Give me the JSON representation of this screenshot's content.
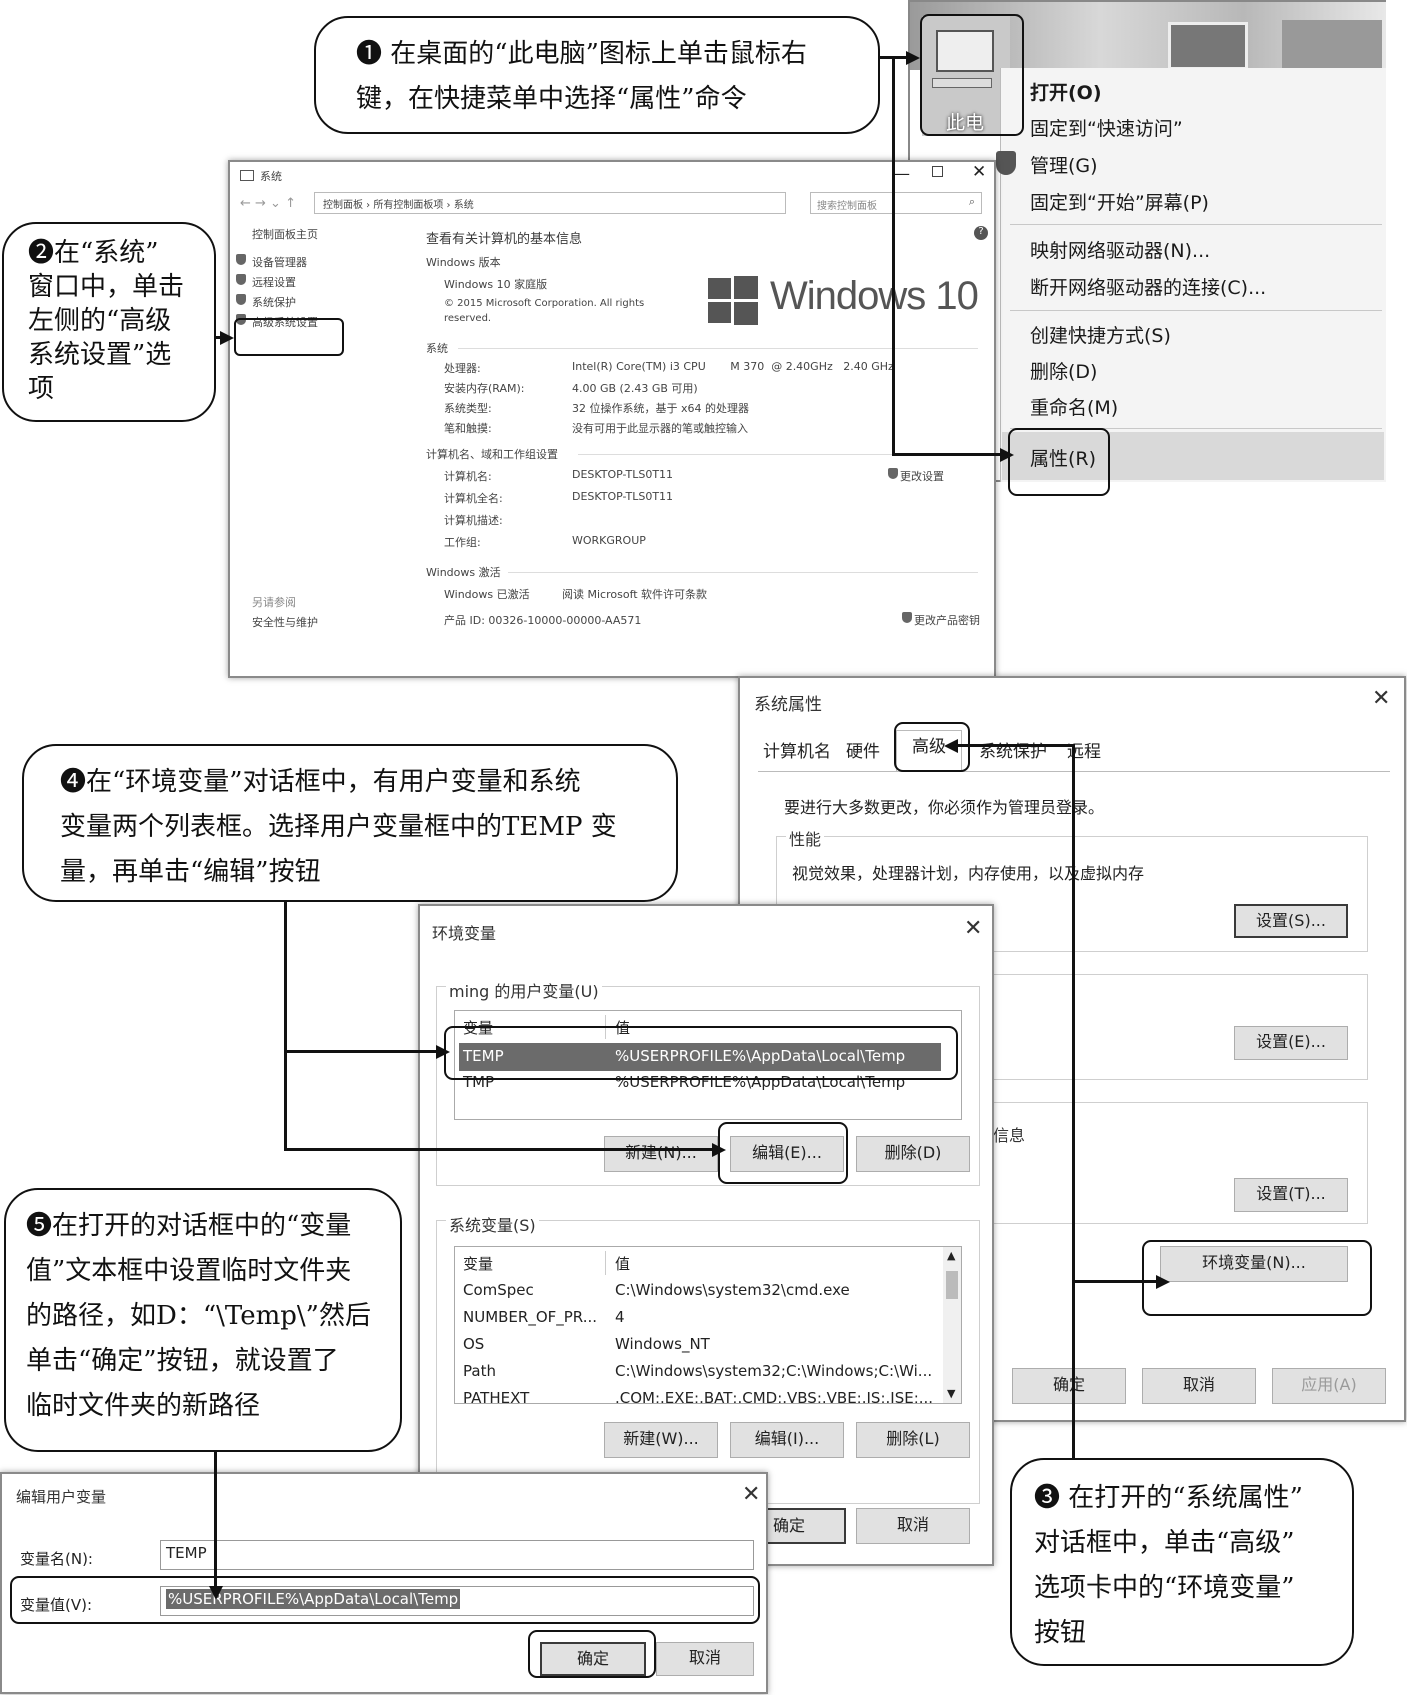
{
  "callouts": {
    "c1": {
      "num": "❶",
      "lines": [
        "在桌面的“此电脑”图标上单击鼠标右",
        "键，在快捷菜单中选择“属性”命令"
      ]
    },
    "c2": {
      "num": "❷",
      "lines": [
        "在“系统”",
        "窗口中，单击",
        "左侧的“高级",
        "系统设置”选",
        "项"
      ]
    },
    "c3": {
      "num": "❸",
      "lines": [
        "在打开的“系统属性”",
        "对话框中，单击“高级”",
        "选项卡中的“环境变量”",
        "按钮"
      ]
    },
    "c4": {
      "num": "❹",
      "lines": [
        "在“环境变量”对话框中，有用户变量和系统",
        "变量两个列表框。选择用户变量框中的TEMP 变",
        "量，再单击“编辑”按钮"
      ]
    },
    "c5": {
      "num": "❺",
      "lines": [
        "在打开的对话框中的“变量",
        "值”文本框中设置临时文件夹",
        "的路径，如D：“\\Temp\\”然后",
        "单击“确定”按钮，就设置了",
        "临时文件夹的新路径"
      ]
    }
  },
  "desktop": {
    "icon_label": "此电",
    "context_menu": [
      "打开(O)",
      "固定到“快速访问”",
      "管理(G)",
      "固定到“开始”屏幕(P)",
      "映射网络驱动器(N)...",
      "断开网络驱动器的连接(C)...",
      "创建快捷方式(S)",
      "删除(D)",
      "重命名(M)",
      "属性(R)"
    ]
  },
  "system_window": {
    "title": "系统",
    "breadcrumb": [
      "控制面板",
      "所有控制面板项",
      "系统"
    ],
    "search_placeholder": "搜索控制面板",
    "sidebar": {
      "home": "控制面板主页",
      "items": [
        "设备管理器",
        "远程设置",
        "系统保护",
        "高级系统设置"
      ],
      "see_also": "另请参阅",
      "security": "安全性与维护"
    },
    "heading": "查看有关计算机的基本信息",
    "edition_label": "Windows 版本",
    "edition": "Windows 10 家庭版",
    "copyright": "© 2015 Microsoft Corporation. All rights reserved.",
    "logo_text": "Windows 10",
    "system_label": "系统",
    "system_rows": [
      {
        "k": "处理器:",
        "v": "Intel(R) Core(TM) i3 CPU       M 370  @ 2.40GHz   2.40 GHz"
      },
      {
        "k": "安装内存(RAM):",
        "v": "4.00 GB (2.43 GB 可用)"
      },
      {
        "k": "系统类型:",
        "v": "32 位操作系统，基于 x64 的处理器"
      },
      {
        "k": "笔和触摸:",
        "v": "没有可用于此显示器的笔或触控输入"
      }
    ],
    "computer_label": "计算机名、域和工作组设置",
    "computer_rows": [
      {
        "k": "计算机名:",
        "v": "DESKTOP-TLS0T11"
      },
      {
        "k": "计算机全名:",
        "v": "DESKTOP-TLS0T11"
      },
      {
        "k": "计算机描述:",
        "v": ""
      },
      {
        "k": "工作组:",
        "v": "WORKGROUP"
      }
    ],
    "change_settings": "更改设置",
    "activation_label": "Windows 激活",
    "activated": "Windows 已激活",
    "license_link": "阅读 Microsoft 软件许可条款",
    "product_id": "产品 ID: 00326-10000-00000-AA571",
    "change_key": "更改产品密钥"
  },
  "sysprops": {
    "title": "系统属性",
    "tabs": [
      "计算机名",
      "硬件",
      "高级",
      "系统保护",
      "远程"
    ],
    "admin_note": "要进行大多数更改，你必须作为管理员登录。",
    "perf_label": "性能",
    "perf_desc": "视觉效果，处理器计划，内存使用，以及虚拟内存",
    "settings_s": "设置(S)...",
    "settings_e": "设置(E)...",
    "info_label": "信息",
    "settings_t": "设置(T)...",
    "env_button": "环境变量(N)...",
    "ok": "确定",
    "cancel": "取消",
    "apply": "应用(A)"
  },
  "envvars": {
    "title": "环境变量",
    "user_label": "ming 的用户变量(U)",
    "col_var": "变量",
    "col_val": "值",
    "user_rows": [
      {
        "k": "TEMP",
        "v": "%USERPROFILE%\\AppData\\Local\\Temp"
      },
      {
        "k": "TMP",
        "v": "%USERPROFILE%\\AppData\\Local\\Temp"
      }
    ],
    "new_n": "新建(N)...",
    "edit_e": "编辑(E)...",
    "delete_d": "删除(D)",
    "sys_label": "系统变量(S)",
    "sys_rows": [
      {
        "k": "ComSpec",
        "v": "C:\\Windows\\system32\\cmd.exe"
      },
      {
        "k": "NUMBER_OF_PR...",
        "v": "4"
      },
      {
        "k": "OS",
        "v": "Windows_NT"
      },
      {
        "k": "Path",
        "v": "C:\\Windows\\system32;C:\\Windows;C:\\Wi..."
      },
      {
        "k": "PATHEXT",
        "v": ".COM;.EXE;.BAT;.CMD;.VBS;.VBE;.JS;.JSE;..."
      }
    ],
    "new_w": "新建(W)...",
    "edit_i": "编辑(I)...",
    "delete_l": "删除(L)",
    "ok": "确定",
    "cancel": "取消"
  },
  "edit_dialog": {
    "title": "编辑用户变量",
    "name_label": "变量名(N):",
    "name_value": "TEMP",
    "value_label": "变量值(V):",
    "value_value": "%USERPROFILE%\\AppData\\Local\\Temp",
    "ok": "确定",
    "cancel": "取消"
  }
}
